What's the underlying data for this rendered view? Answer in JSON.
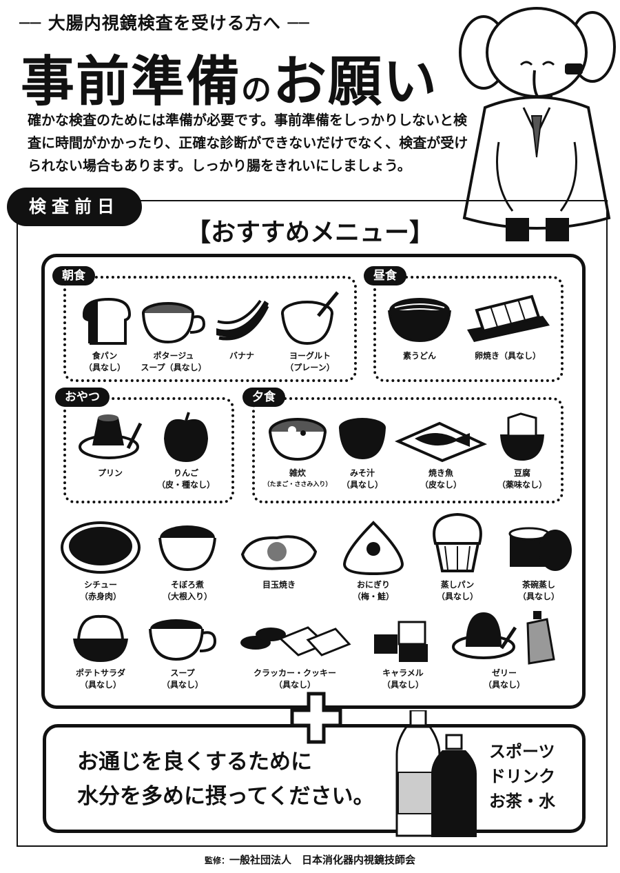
{
  "header": {
    "subtitle": "── 大腸内視鏡検査を受ける方へ ──",
    "title_main1": "事前準備",
    "title_particle": "の",
    "title_main2": "お願い",
    "intro": "確かな検査のためには準備が必要です。事前準備をしっかりしないと検査に時間がかかったり、正確な診断ができないだけでなく、検査が受けられない場合もあります。しっかり腸をきれいにしましょう。"
  },
  "day_label": "検査前日",
  "menu_title": "【おすすめメニュー】",
  "sections": {
    "breakfast": {
      "tag": "朝食",
      "items": [
        {
          "name": "食パン",
          "note": "（具なし）"
        },
        {
          "name": "ポタージュ",
          "note": "スープ（具なし）"
        },
        {
          "name": "バナナ",
          "note": ""
        },
        {
          "name": "ヨーグルト",
          "note": "（プレーン）"
        }
      ]
    },
    "lunch": {
      "tag": "昼食",
      "items": [
        {
          "name": "素うどん",
          "note": ""
        },
        {
          "name": "卵焼き（具なし）",
          "note": ""
        }
      ]
    },
    "snack": {
      "tag": "おやつ",
      "items": [
        {
          "name": "プリン",
          "note": ""
        },
        {
          "name": "りんご",
          "note": "（皮・種なし）"
        }
      ]
    },
    "dinner": {
      "tag": "夕食",
      "items": [
        {
          "name": "雑炊",
          "note": "（たまご・ささみ入り）"
        },
        {
          "name": "みそ汁",
          "note": "（具なし）"
        },
        {
          "name": "焼き魚",
          "note": "（皮なし）"
        },
        {
          "name": "豆腐",
          "note": "（薬味なし）"
        }
      ]
    },
    "other_row1": [
      {
        "name": "シチュー",
        "note": "（赤身肉）"
      },
      {
        "name": "そぼろ煮",
        "note": "（大根入り）"
      },
      {
        "name": "目玉焼き",
        "note": ""
      },
      {
        "name": "おにぎり",
        "note": "（梅・鮭）"
      },
      {
        "name": "蒸しパン",
        "note": "（具なし）"
      },
      {
        "name": "茶碗蒸し",
        "note": "（具なし）"
      }
    ],
    "other_row2": [
      {
        "name": "ポテトサラダ",
        "note": "（具なし）"
      },
      {
        "name": "スープ",
        "note": "（具なし）"
      },
      {
        "name": "クラッカー・クッキー",
        "note": "（具なし）"
      },
      {
        "name": "キャラメル",
        "note": "（具なし）"
      },
      {
        "name": "ゼリー",
        "note": "（具なし）"
      }
    ]
  },
  "drinks": {
    "message_line1": "お通じを良くするために",
    "message_line2": "水分を多めに摂ってください。",
    "list": [
      "スポーツ",
      "ドリンク",
      "お茶・水"
    ]
  },
  "footer": {
    "label": "監修：",
    "org": "一般社団法人　日本消化器内視鏡技師会"
  }
}
